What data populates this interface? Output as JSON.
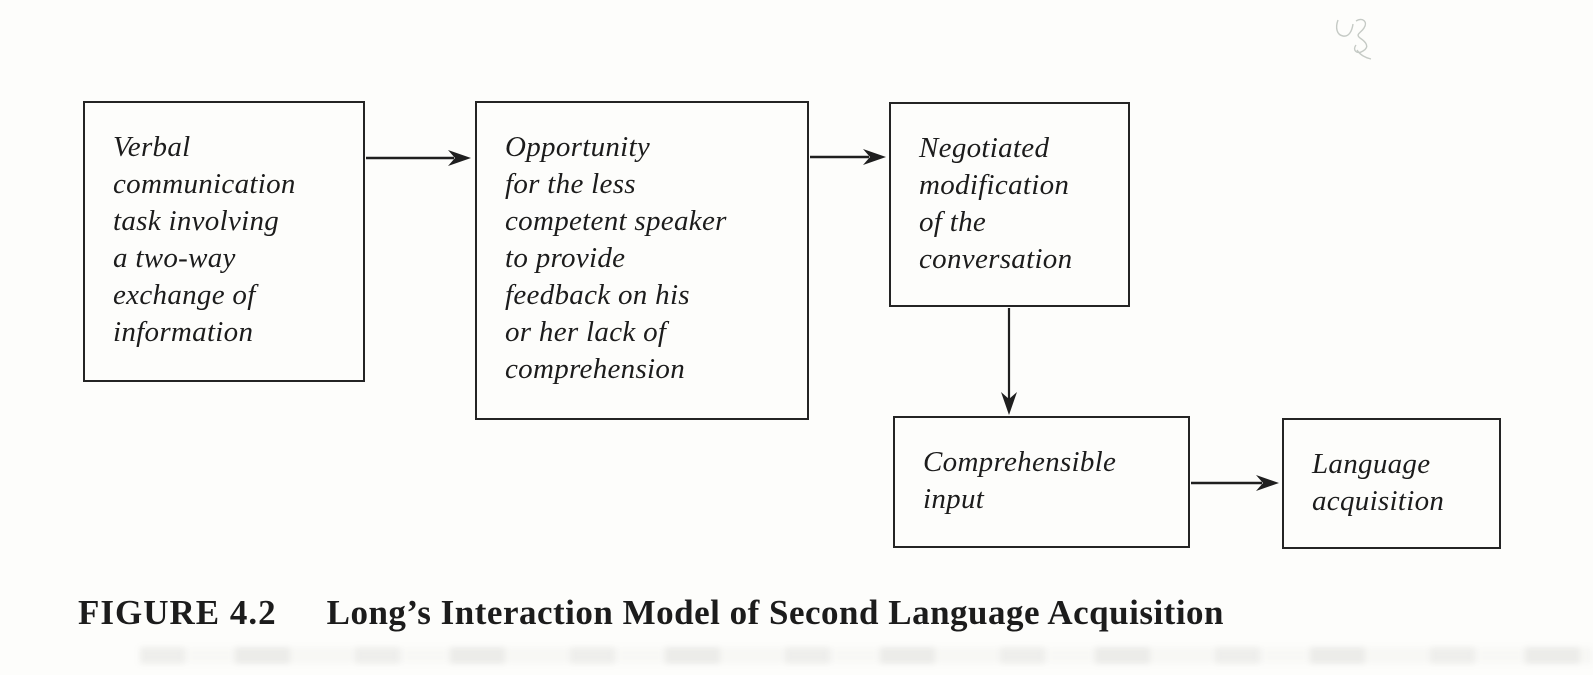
{
  "figure": {
    "caption": {
      "label": "FIGURE 4.2",
      "title": "Long’s Interaction Model of Second Language Acquisition"
    }
  },
  "diagram": {
    "type": "flowchart",
    "boxes": [
      {
        "id": "verbal-communication-task",
        "text": "Verbal communication task involving a two-way exchange of information",
        "lines": [
          "Verbal",
          "communication",
          "task involving",
          "a two-way",
          "exchange of",
          "information"
        ]
      },
      {
        "id": "opportunity-for-feedback",
        "text": "Opportunity for the less competent speaker to provide feedback on his or her lack of comprehension",
        "lines": [
          "Opportunity",
          "for the less",
          "competent speaker",
          "to provide",
          "feedback on his",
          "or her lack of",
          "comprehension"
        ]
      },
      {
        "id": "negotiated-modification",
        "text": "Negotiated modification of the conversation",
        "lines": [
          "Negotiated",
          "modification",
          "of the",
          "conversation"
        ]
      },
      {
        "id": "comprehensible-input",
        "text": "Comprehensible input",
        "lines": [
          "Comprehensible",
          "input"
        ]
      },
      {
        "id": "language-acquisition",
        "text": "Language acquisition",
        "lines": [
          "Language",
          "acquisition"
        ]
      }
    ],
    "connections": [
      {
        "from": "verbal-communication-task",
        "to": "opportunity-for-feedback",
        "direction": "right"
      },
      {
        "from": "opportunity-for-feedback",
        "to": "negotiated-modification",
        "direction": "right"
      },
      {
        "from": "negotiated-modification",
        "to": "comprehensible-input",
        "direction": "down"
      },
      {
        "from": "comprehensible-input",
        "to": "language-acquisition",
        "direction": "right"
      }
    ],
    "colors": {
      "background": "#fdfdfb",
      "box_border": "#242424",
      "text": "#1c1c1c",
      "arrow": "#1f1f1f",
      "pencil_mark": "#b3b9b3"
    }
  }
}
